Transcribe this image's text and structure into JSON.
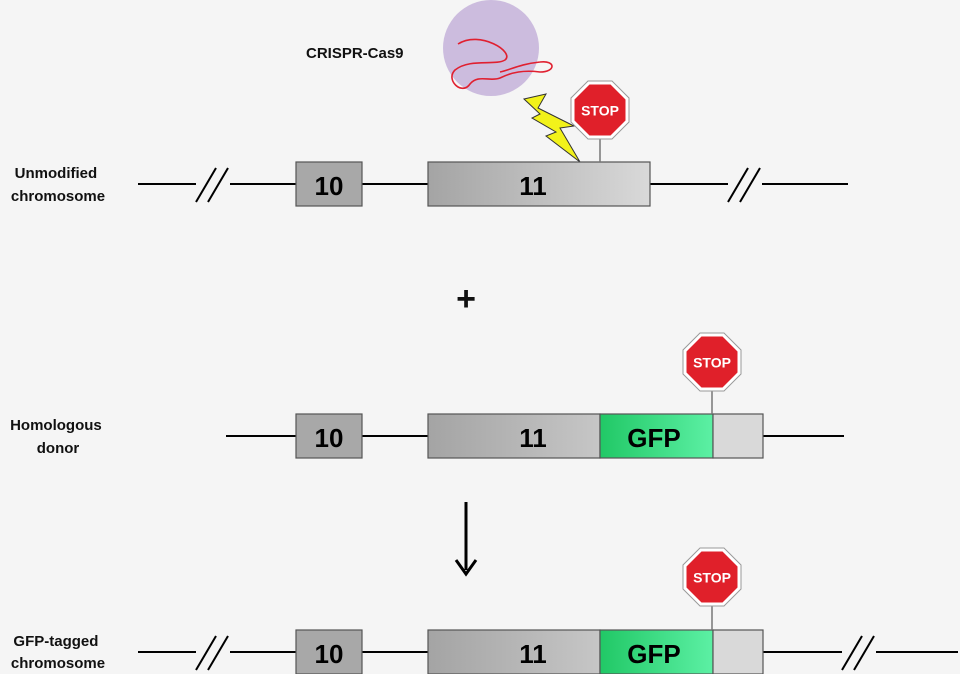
{
  "labels": {
    "crispr": "CRISPR-Cas9",
    "row1": [
      "Unmodified",
      "chromosome"
    ],
    "row2": [
      "Homologous",
      "donor"
    ],
    "row3": [
      "GFP-tagged",
      "chromosome"
    ],
    "plus": "+"
  },
  "exons": {
    "e10": "10",
    "e11": "11",
    "gfp": "GFP"
  },
  "stop_sign_text": "STOP",
  "colors": {
    "background": "#f5f5f5",
    "exon_gray": "#a8a8a8",
    "gfp_green": "#2fd27a",
    "stop_red": "#e0202a",
    "cas9_lilac": "#c8b6dc",
    "guide_rna": "#e02030",
    "lightning": "#f2f21a"
  }
}
